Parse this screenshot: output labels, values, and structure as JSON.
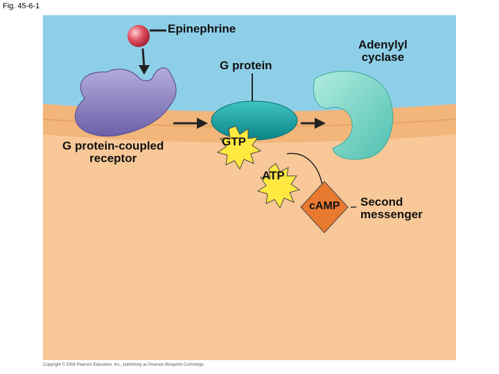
{
  "figure_label": "Fig. 45-6-1",
  "labels": {
    "epinephrine": "Epinephrine",
    "g_protein": "G protein",
    "adenylyl_cyclase_line1": "Adenylyl",
    "adenylyl_cyclase_line2": "cyclase",
    "receptor_line1": "G protein-coupled",
    "receptor_line2": "receptor",
    "gtp": "GTP",
    "atp": "ATP",
    "camp": "cAMP",
    "second_messenger_line1": "Second",
    "second_messenger_line2": "messenger"
  },
  "copyright": "Copyright © 2008 Pearson Education, Inc., publishing as Pearson Benjamin Cummings.",
  "colors": {
    "extracellular": "#8ecfe8",
    "cytoplasm": "#f8c898",
    "membrane": "#f0b070",
    "receptor": "#8a80c8",
    "g_protein": "#1aa8a8",
    "adenylyl_cyclase": "#80d8c8",
    "epinephrine": "#e04050",
    "star": "#ffe840",
    "camp": "#e87a30"
  }
}
